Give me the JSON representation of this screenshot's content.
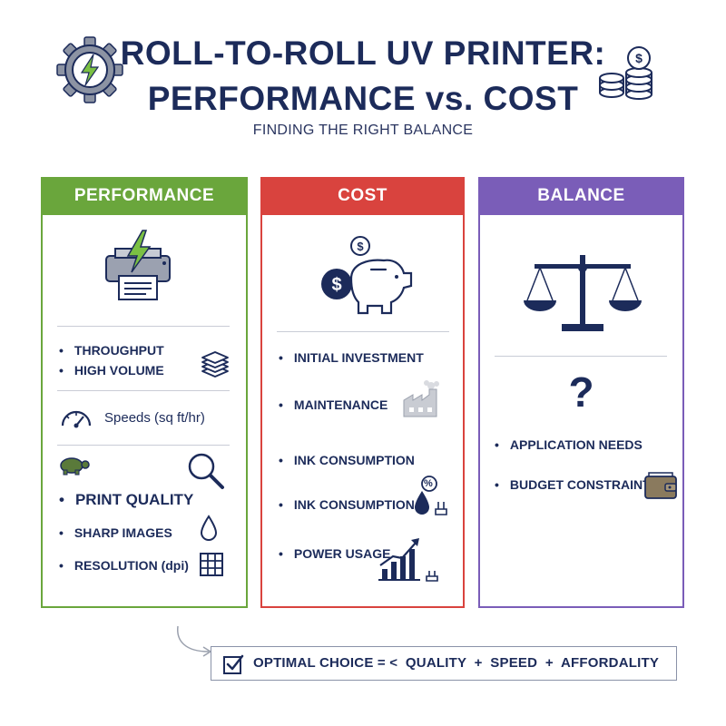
{
  "header": {
    "title_line1": "ROLL-TO-ROLL UV PRINTER:",
    "title_line2": "PERFORMANCE vs. COST",
    "subtitle": "FINDING THE RIGHT BALANCE"
  },
  "colors": {
    "performance": "#6aa63c",
    "cost": "#d9433e",
    "balance": "#7a5db8",
    "navy": "#1c2b5a"
  },
  "performance": {
    "heading": "PERFORMANCE",
    "items": {
      "throughput": "THROUGHPUT",
      "high_volume": "HIGH VOLUME",
      "speeds": "Speeds (sq ft/hr)",
      "print_quality": "PRINT QUALITY",
      "sharp_images": "SHARP IMAGES",
      "resolution": "RESOLUTION (dpi)"
    }
  },
  "cost": {
    "heading": "COST",
    "items": {
      "initial_investment": "INITIAL INVESTMENT",
      "maintenance": "MAINTENANCE",
      "ink_consumption_1": "INK CONSUMPTION",
      "ink_consumption_2": "INK CONSUMPTION",
      "power_usage": "POWER USAGE"
    },
    "percent_symbol": "%"
  },
  "balance": {
    "heading": "BALANCE",
    "question": "?",
    "items": {
      "application_needs": "APPLICATION NEEDS",
      "budget_constraints": "BUDGET CONSTRAINTS"
    }
  },
  "footer": {
    "formula": "OPTIMAL CHOICE = <  QUALITY  +  SPEED  +  AFFORDALITY"
  }
}
